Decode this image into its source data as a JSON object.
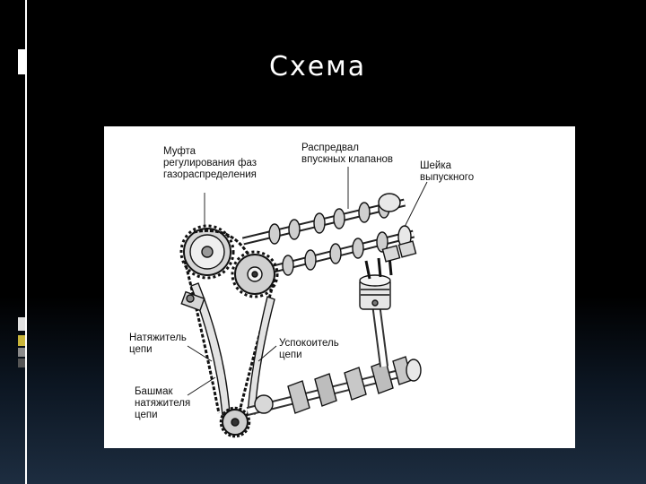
{
  "slide": {
    "title": "Схема"
  },
  "diagram": {
    "labels": {
      "phase_coupling": "Муфта\nрегулирования фаз\nгазораспределения",
      "intake_camshaft": "Распредвал\nвпускных клапанов",
      "exhaust_journal": "Шейка\nвыпускного",
      "chain_tensioner": "Натяжитель\nцепи",
      "chain_damper": "Успокоитель\nцепи",
      "tensioner_shoe": "Башмак\nнатяжителя\nцепи"
    }
  },
  "colors": {
    "background": "#000000",
    "accent_gold": "#c9b53a",
    "figure_bg": "#ffffff",
    "ink": "#111111"
  }
}
